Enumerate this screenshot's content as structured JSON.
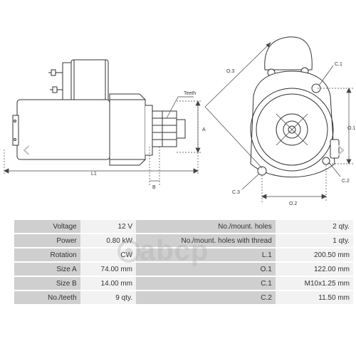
{
  "diagram": {
    "teeth_label": "Teeth",
    "dim_a": "A",
    "dim_b": "B",
    "dim_l1": "L1",
    "dim_o1": "O.1",
    "dim_o2": "O.2",
    "dim_o3": "O.3",
    "dim_c1": "C.1",
    "dim_c2": "C.2",
    "dim_c3": "C.3"
  },
  "watermark": "abcp",
  "specs": {
    "rows": [
      {
        "left_label": "Voltage",
        "left_value": "12 V",
        "right_label": "No./mount. holes",
        "right_value": "2 qty."
      },
      {
        "left_label": "Power",
        "left_value": "0.80 kW",
        "right_label": "No./mount. holes with thread",
        "right_value": "1 qty."
      },
      {
        "left_label": "Rotation",
        "left_value": "CW",
        "right_label": "L.1",
        "right_value": "200.50 mm"
      },
      {
        "left_label": "Size A",
        "left_value": "74.00 mm",
        "right_label": "O.1",
        "right_value": "122.00 mm"
      },
      {
        "left_label": "Size B",
        "left_value": "14.00 mm",
        "right_label": "C.1",
        "right_value": "M10x1.25 mm"
      },
      {
        "left_label": "No./teeth",
        "left_value": "9 qty.",
        "right_label": "C.2",
        "right_value": "11.50 mm"
      }
    ]
  },
  "icons": {
    "prev": "chevron-left-icon",
    "next": "chevron-right-icon"
  }
}
